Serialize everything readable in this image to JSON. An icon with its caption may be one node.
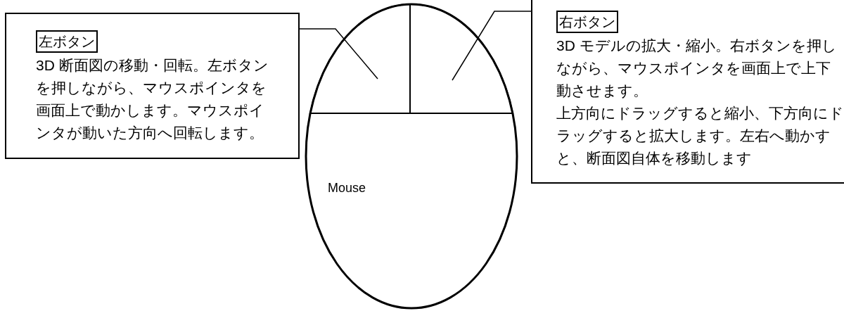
{
  "diagram": {
    "nodes": [
      {
        "text": [
          "左ボタン",
          "3D 断面図の移動・回転。左ボタンを押しながら、マウスポインタを画面上で動かします。マウスポインタが動いた方向へ回転します。"
        ]
      },
      {
        "text": [
          "右ボタン",
          "3D モデルの拡大・縮小。右ボタンを押しながら、マウスポインタを画面上で上下動させます。",
          "上方向にドラッグすると縮小、下方向にドラッグすると拡大します。左右へ動かすと、断面図自体を移動します"
        ]
      },
      {
        "text": [
          "Mouse"
        ]
      },
      {
        "text": [],
        "shape": "box",
        "in": 2
      },
      {
        "text": [],
        "shape": "box",
        "in": 2
      }
    ],
    "edges": [
      {
        "from": 0,
        "to": 3,
        "arrow": "none"
      },
      {
        "from": 1,
        "to": 4,
        "arrow": "none"
      }
    ]
  }
}
